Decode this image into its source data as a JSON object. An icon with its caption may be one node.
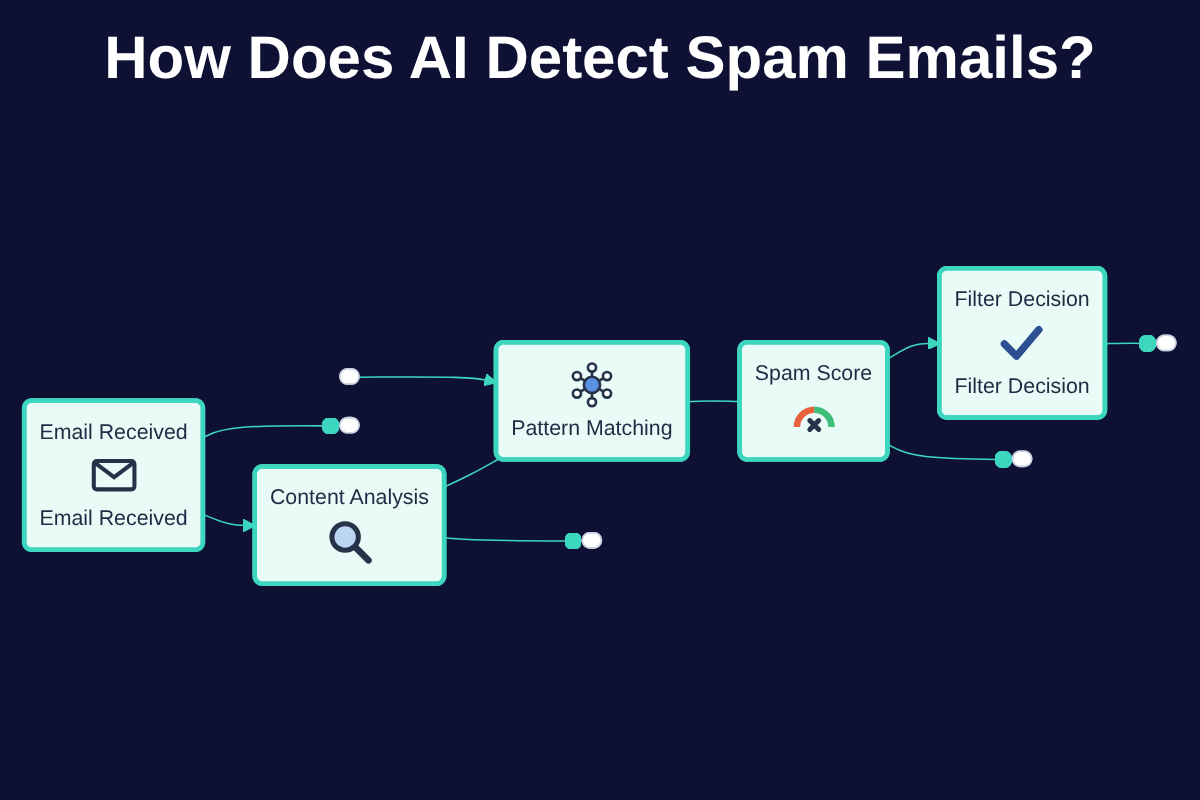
{
  "diagram": {
    "title": "How Does AI Detect Spam Emails?",
    "nodes": [
      {
        "text": [
          "Email Received",
          "Email Received"
        ]
      },
      {
        "text": [
          "Content Analysis"
        ]
      },
      {
        "text": [
          "Pattern Matching"
        ]
      },
      {
        "text": [
          "Spam Score"
        ]
      },
      {
        "text": [
          "Filter Decision",
          "Filter Decision"
        ]
      },
      {
        "text": [],
        "shape": "box"
      },
      {
        "text": [],
        "shape": "box"
      },
      {
        "text": [],
        "shape": "box"
      },
      {
        "text": [],
        "shape": "box"
      },
      {
        "text": [],
        "shape": "box"
      }
    ],
    "edges": [
      {
        "from": 0,
        "to": 1,
        "arrow": "to"
      },
      {
        "from": 1,
        "to": 2,
        "arrow": "none"
      },
      {
        "from": 2,
        "to": 3,
        "arrow": "none"
      },
      {
        "from": 3,
        "to": 4,
        "arrow": "to"
      },
      {
        "from": 0,
        "to": 5,
        "arrow": "other"
      },
      {
        "from": 1,
        "to": 6,
        "arrow": "other"
      },
      {
        "from": 7,
        "to": 2,
        "arrow": "to"
      },
      {
        "from": 3,
        "to": 8,
        "arrow": "other"
      },
      {
        "from": 4,
        "to": 9,
        "arrow": "other"
      }
    ]
  }
}
